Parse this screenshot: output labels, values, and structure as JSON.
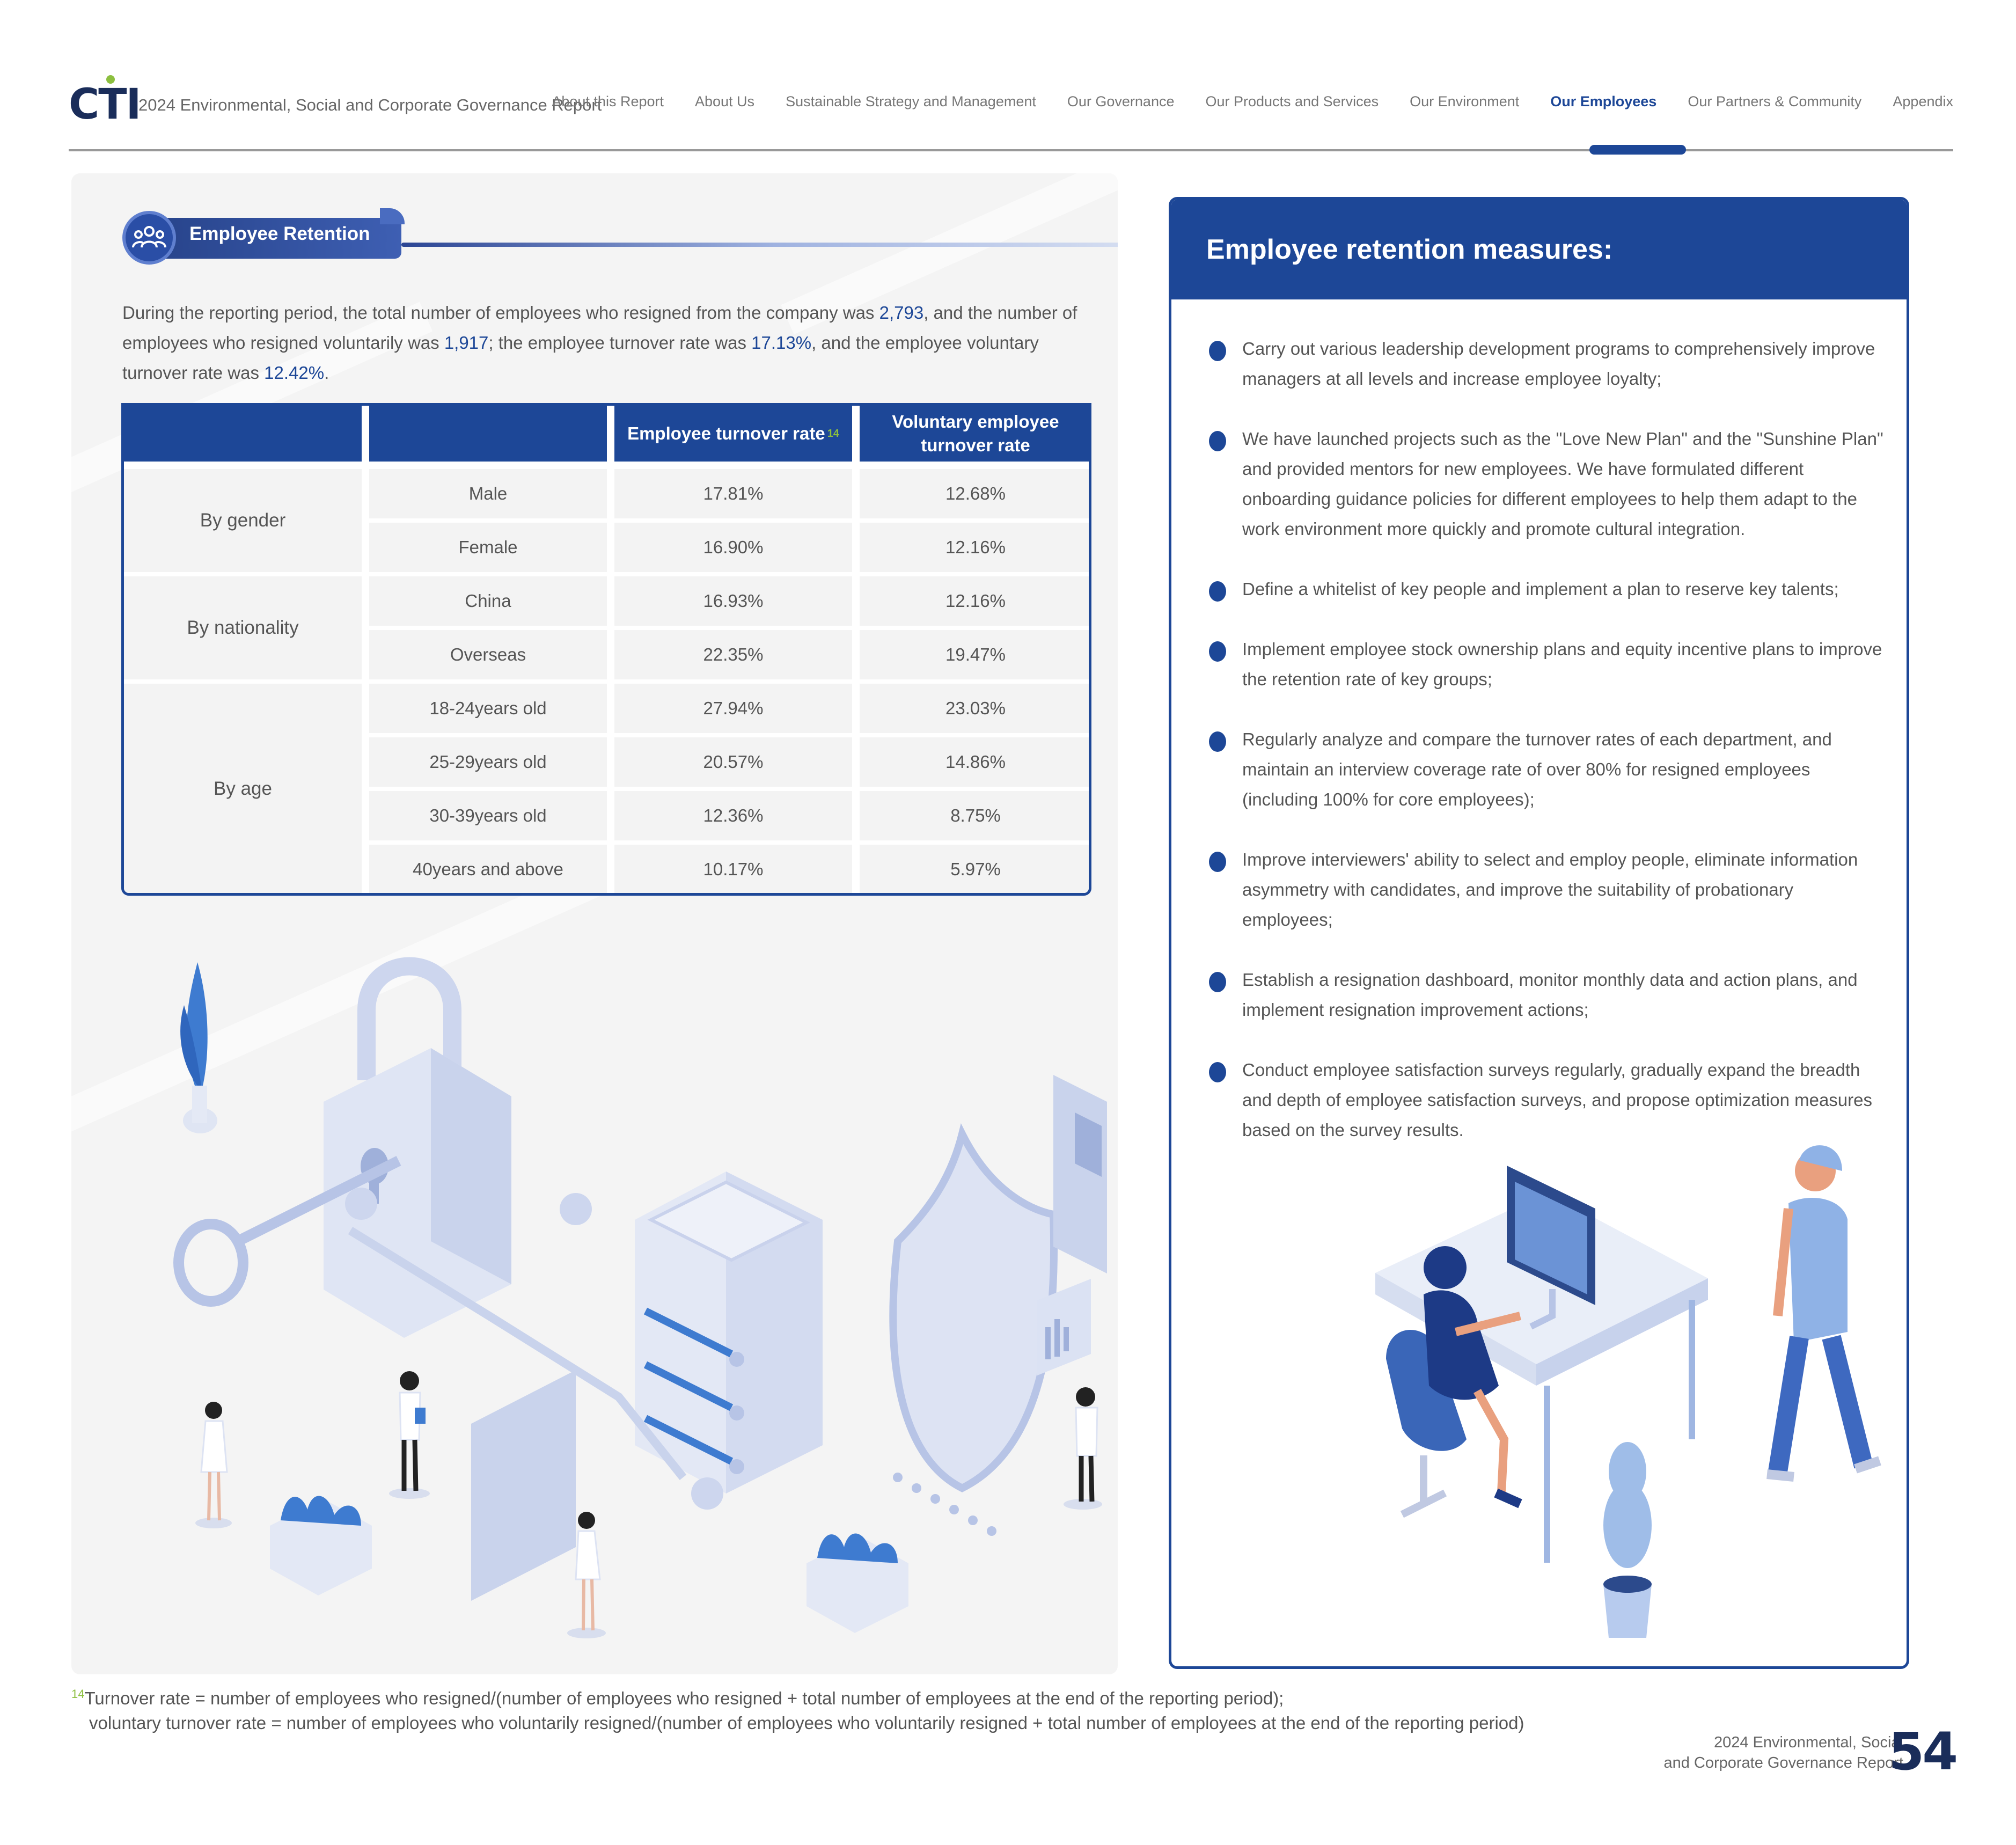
{
  "header": {
    "logo": "CTI",
    "doc_title": "2024 Environmental, Social and Corporate Governance Report",
    "nav": [
      {
        "label": "About this Report",
        "active": false
      },
      {
        "label": "About Us",
        "active": false
      },
      {
        "label": "Sustainable Strategy and Management",
        "active": false
      },
      {
        "label": "Our Governance",
        "active": false
      },
      {
        "label": "Our Products and Services",
        "active": false
      },
      {
        "label": "Our Environment",
        "active": false
      },
      {
        "label": "Our Employees",
        "active": true
      },
      {
        "label": "Our Partners & Community",
        "active": false
      },
      {
        "label": "Appendix",
        "active": false
      }
    ]
  },
  "section": {
    "icon": "people-group-icon",
    "label": "Employee Retention",
    "intro": {
      "t1": "During the reporting period, the total number of employees who resigned from the company was ",
      "v1": "2,793",
      "t2": ", and the number of employees who resigned voluntarily was ",
      "v2": "1,917",
      "t3": "; the employee turnover rate was ",
      "v3": "17.13%",
      "t4": ", and the employee voluntary turnover rate was ",
      "v4": "12.42%",
      "t5": "."
    }
  },
  "table": {
    "headers": {
      "turnover": "Employee turnover rate",
      "turnover_note": "14",
      "voluntary_line1": "Voluntary employee",
      "voluntary_line2": "turnover rate"
    },
    "groups": [
      {
        "label": "By gender",
        "rows": [
          {
            "category": "Male",
            "turnover": "17.81%",
            "voluntary": "12.68%"
          },
          {
            "category": "Female",
            "turnover": "16.90%",
            "voluntary": "12.16%"
          }
        ]
      },
      {
        "label": "By nationality",
        "rows": [
          {
            "category": "China",
            "turnover": "16.93%",
            "voluntary": "12.16%"
          },
          {
            "category": "Overseas",
            "turnover": "22.35%",
            "voluntary": "19.47%"
          }
        ]
      },
      {
        "label": "By age",
        "rows": [
          {
            "category": "18-24years old",
            "turnover": "27.94%",
            "voluntary": "23.03%"
          },
          {
            "category": "25-29years old",
            "turnover": "20.57%",
            "voluntary": "14.86%"
          },
          {
            "category": "30-39years old",
            "turnover": "12.36%",
            "voluntary": "8.75%"
          },
          {
            "category": "40years and above",
            "turnover": "10.17%",
            "voluntary": "5.97%"
          }
        ]
      }
    ]
  },
  "measures": {
    "title": "Employee retention measures:",
    "items": [
      "Carry out various leadership development programs to comprehensively improve managers at all levels and increase employee loyalty;",
      "We have launched projects such as the \"Love New Plan\" and the \"Sunshine Plan\" and provided mentors for new employees. We have formulated different onboarding guidance policies for different employees to help them adapt to the work environment more quickly and promote cultural integration.",
      "Define a whitelist of key people and implement a plan to reserve key talents;",
      "Implement employee stock ownership plans and equity incentive plans to improve the retention rate of key groups;",
      "Regularly analyze and compare the turnover rates of each department, and maintain an interview coverage rate of over 80% for resigned employees (including 100% for core employees);",
      "Improve interviewers' ability to select and employ people, eliminate information asymmetry with candidates, and improve the suitability of probationary employees;",
      "Establish a resignation dashboard, monitor monthly data and action plans, and implement resignation improvement actions;",
      "Conduct employee satisfaction surveys regularly, gradually expand the breadth and depth of employee satisfaction surveys, and propose optimization measures based on the survey results."
    ]
  },
  "footnote": {
    "marker": "14",
    "line1": "Turnover rate = number of employees who resigned/(number of employees who resigned + total number of employees at the end of the reporting period);",
    "line2": "voluntary turnover rate = number of employees who voluntarily resigned/(number of employees who voluntarily resigned + total number of employees at the end of the reporting period)"
  },
  "footer": {
    "title_line1": "2024 Environmental, Social",
    "title_line2": "and Corporate Governance Report",
    "page": "54"
  },
  "colors": {
    "brand_blue": "#1d4797",
    "brand_navy": "#1a2d5a",
    "accent_green": "#8cbf3f",
    "panel_gray": "#f4f4f4"
  }
}
